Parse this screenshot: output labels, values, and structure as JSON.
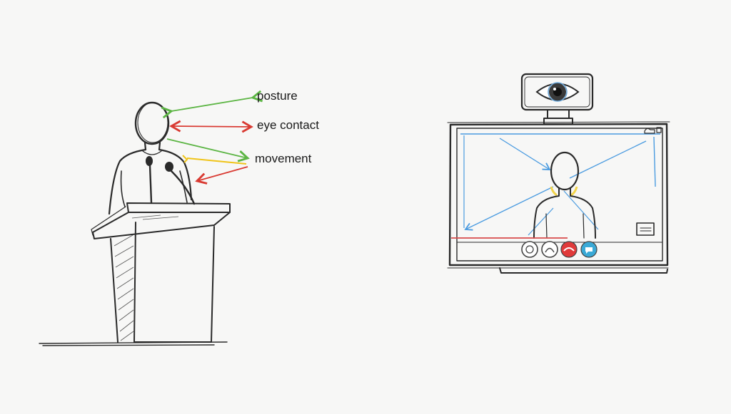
{
  "labels": {
    "posture": "posture",
    "eye_contact": "eye contact",
    "movement": "movement"
  },
  "colors": {
    "posture_arrow": "#5cb544",
    "eye_contact_arrow": "#d93a32",
    "movement_arrow_green": "#5cb544",
    "movement_arrow_yellow": "#f0c419",
    "movement_arrow_red": "#d93a32",
    "screen_blue": "#4a9be0",
    "screen_red": "#d94a4a",
    "end_call": "#e03a3a",
    "chat_button": "#3aa9d6",
    "shoulder_highlight": "#f2d44a"
  },
  "icons": {
    "webcam": "eye-icon",
    "mic_button": "microphone-icon",
    "camera_button": "camera-icon",
    "end_call_button": "phone-hangup-icon",
    "chat_button": "chat-icon"
  }
}
